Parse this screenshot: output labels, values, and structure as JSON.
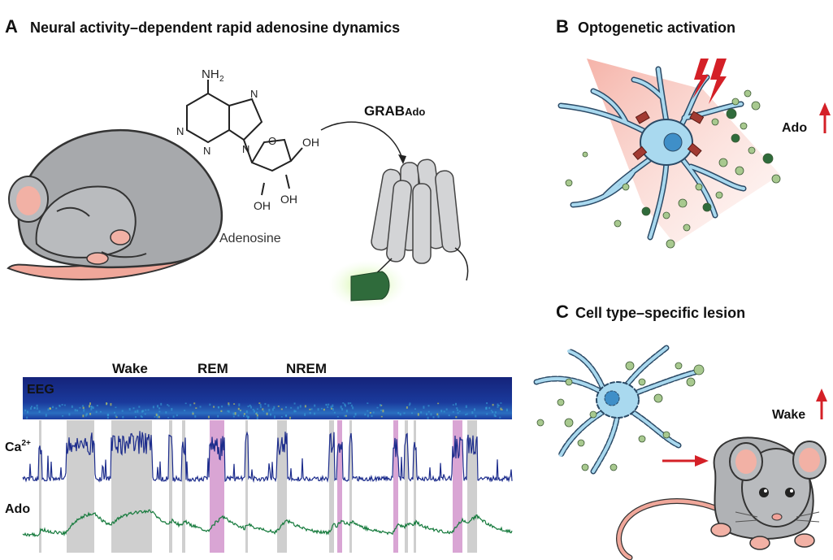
{
  "panel_a": {
    "letter": "A",
    "title": "Neural activity–dependent rapid adenosine dynamics",
    "molecule": {
      "amine_N": "NH",
      "amine_sub": "2",
      "ring_N": "N",
      "oh": "OH",
      "ring_O": "O",
      "name": "Adenosine"
    },
    "sensor": {
      "main": "GRAB",
      "sub": "Ado"
    },
    "states": {
      "wake": "Wake",
      "rem": "REM",
      "nrem": "NREM"
    },
    "rows": {
      "eeg": "EEG",
      "ca_main": "Ca",
      "ca_sup": "2+",
      "ado": "Ado"
    }
  },
  "panel_b": {
    "letter": "B",
    "title": "Optogenetic activation",
    "label": "Ado"
  },
  "panel_c": {
    "letter": "C",
    "title": "Cell type–specific lesion",
    "label": "Wake"
  },
  "colors": {
    "wake_band": "#cfcfcf",
    "rem_band": "#d9a5d4",
    "ca_trace": "#1c2c8c",
    "ado_trace": "#157a3c",
    "rem_text": "#c86fb6",
    "wake_text": "#8c8c8c",
    "arrow_red": "#d42027",
    "astro": "#a9d9ef"
  }
}
